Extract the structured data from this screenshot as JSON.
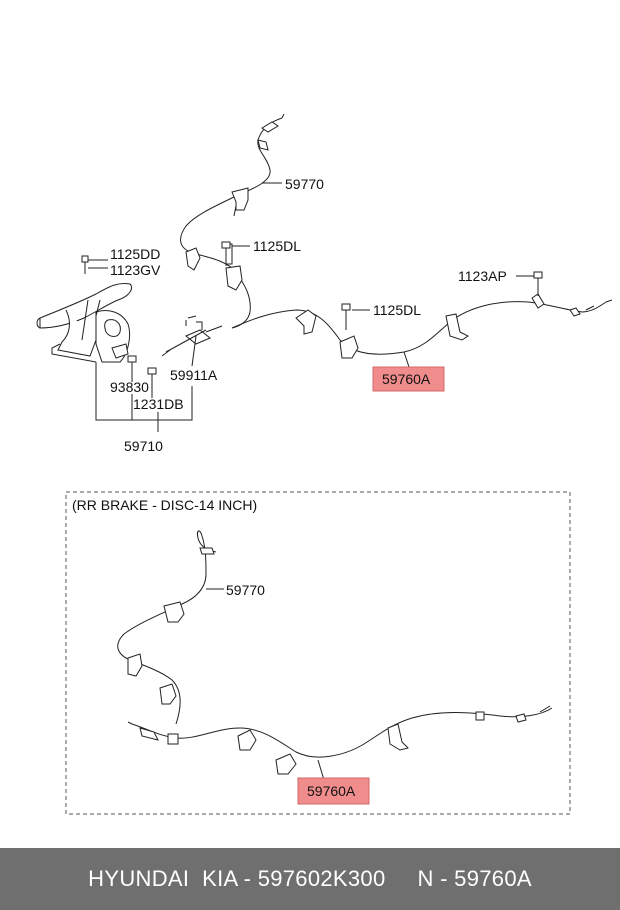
{
  "diagram": {
    "top": {
      "labels": {
        "p59770": "59770",
        "p1125dl_a": "1125DL",
        "p1125dd": "1125DD",
        "p1123gv": "1123GV",
        "p1123ap": "1123AP",
        "p1125dl_b": "1125DL",
        "p59760a": "59760A",
        "p59911a": "59911A",
        "p93830": "93830",
        "p1231db": "1231DB",
        "p59710": "59710"
      }
    },
    "variant": {
      "title": "(RR BRAKE - DISC-14 INCH)",
      "labels": {
        "p59770": "59770",
        "p59760a": "59760A"
      }
    },
    "colors": {
      "highlight_fill": "#f08c8c",
      "line": "#222222",
      "footer_bg": "#6f6f6f"
    }
  },
  "footer": {
    "text": "HYUNDAI  KIA - 597602K300     N - 59760A"
  }
}
